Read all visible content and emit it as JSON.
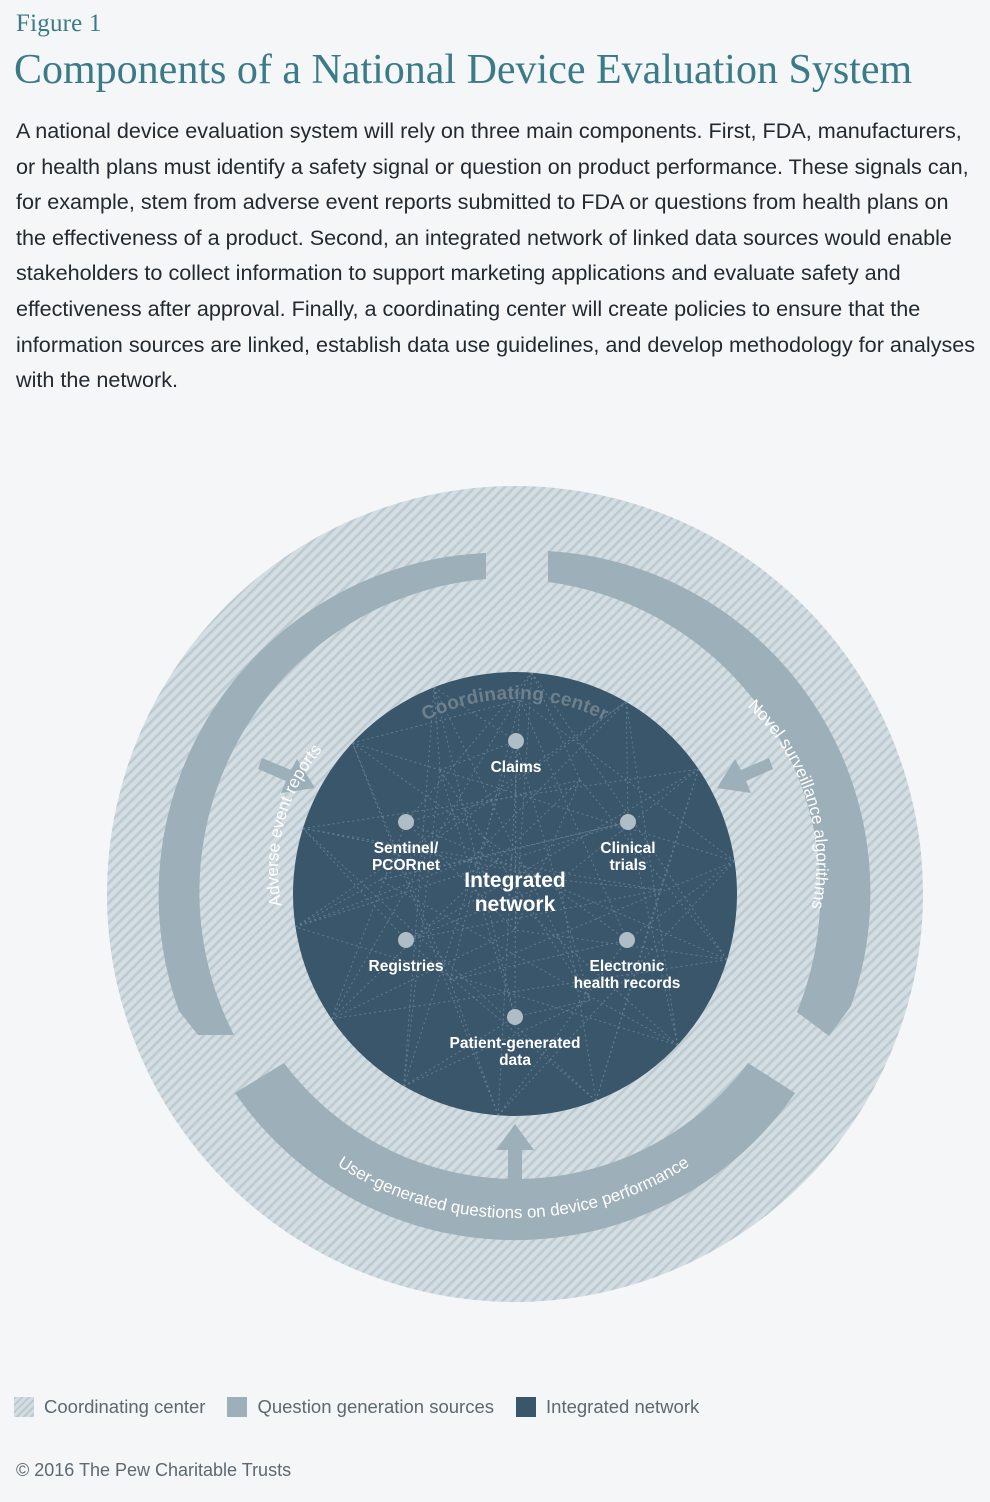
{
  "figure_label": "Figure 1",
  "title": "Components of a National Device Evaluation System",
  "intro": "A national device evaluation system will rely on three main components. First, FDA, manufacturers, or health plans must identify a safety signal or question on product performance. These signals can, for example, stem from adverse event reports submitted to FDA or questions from health plans on the effectiveness of a product. Second, an integrated network of linked data sources would enable stakeholders to collect information to support marketing applications and evaluate safety and effectiveness after approval. Finally, a coordinating center will create policies to ensure that the information sources are linked, establish data use guidelines, and develop methodology for analyses with the network.",
  "diagram": {
    "outer_ring_label": "Coordinating center",
    "sources": {
      "left": "Adverse event reports",
      "right": "Novel surveillance algorithms",
      "bottom": "User-generated questions on device performance"
    },
    "center": {
      "line1": "Integrated",
      "line2": "network"
    },
    "nodes": [
      {
        "id": "claims",
        "line1": "Claims",
        "line2": ""
      },
      {
        "id": "sentinel",
        "line1": "Sentinel/",
        "line2": "PCORnet"
      },
      {
        "id": "clinical",
        "line1": "Clinical",
        "line2": "trials"
      },
      {
        "id": "registries",
        "line1": "Registries",
        "line2": ""
      },
      {
        "id": "ehr",
        "line1": "Electronic",
        "line2": "health records"
      },
      {
        "id": "patient",
        "line1": "Patient-generated",
        "line2": "data"
      }
    ]
  },
  "legend": [
    {
      "label": "Coordinating center"
    },
    {
      "label": "Question generation sources"
    },
    {
      "label": "Integrated network"
    }
  ],
  "copyright": "© 2016 The Pew Charitable Trusts",
  "colors": {
    "title": "#3b7a87",
    "coordinating_center": "#c9d4da",
    "question_sources": "#9dafb9",
    "integrated_network": "#3a566b",
    "node_dot": "#aebdc6"
  }
}
